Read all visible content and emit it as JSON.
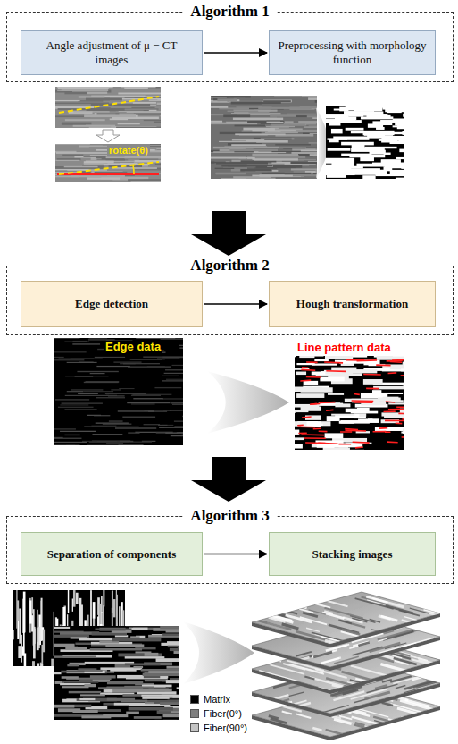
{
  "diagram": {
    "nodes": [
      {
        "text": [
          "Algorithm 1"
        ]
      },
      {
        "text": [
          "Angle adjustment of μ − CT images"
        ],
        "in": 0
      },
      {
        "text": [
          "Preprocessing with morphology function"
        ],
        "in": 0
      },
      {
        "text": [
          "Algorithm 2"
        ]
      },
      {
        "text": [
          "Edge detection"
        ],
        "in": 3
      },
      {
        "text": [
          "Hough transformation"
        ],
        "in": 3
      },
      {
        "text": [
          "Algorithm 3"
        ]
      },
      {
        "text": [
          "Separation of components"
        ],
        "in": 6
      },
      {
        "text": [
          "Stacking images"
        ],
        "in": 6
      }
    ],
    "edges": [
      {
        "from": 1,
        "to": 2,
        "arrow": "to"
      },
      {
        "from": 4,
        "to": 5,
        "arrow": "to"
      },
      {
        "from": 7,
        "to": 8,
        "arrow": "to"
      }
    ],
    "labels": [
      "rotate(θ)",
      "Edge data",
      "Line pattern data"
    ],
    "legend": [
      {
        "text": "Matrix",
        "color": "#000000"
      },
      {
        "text": "Fiber(0°)",
        "color": "#7f7f7f"
      },
      {
        "text": "Fiber(90°)",
        "color": "#c4c4c4"
      }
    ]
  }
}
